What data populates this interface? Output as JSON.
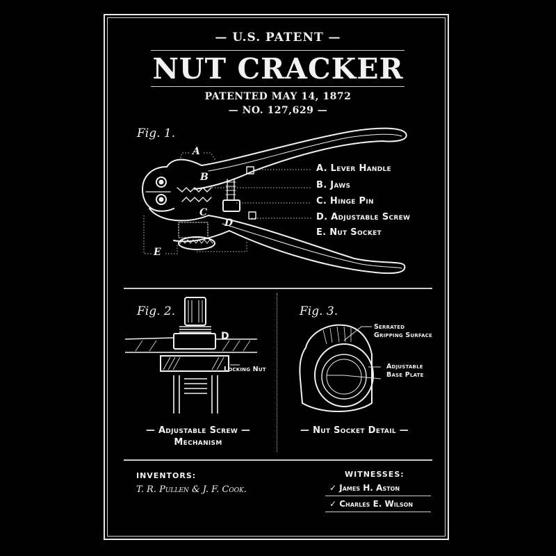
{
  "header": {
    "subtitle": "— U.S. PATENT —",
    "title": "NUT CRACKER",
    "patented": "PATENTED MAY 14, 1872",
    "number": "— NO. 127,629 —"
  },
  "fig1": {
    "label": "Fig. 1.",
    "part_markers": [
      "A",
      "B",
      "C",
      "D",
      "E"
    ],
    "legend": [
      {
        "key": "A.",
        "label": "Lever Handle"
      },
      {
        "key": "B.",
        "label": "Jaws"
      },
      {
        "key": "C.",
        "label": "Hinge Pin"
      },
      {
        "key": "D.",
        "label": "Adjustable Screw"
      },
      {
        "key": "E.",
        "label": "Nut Socket"
      }
    ]
  },
  "fig2": {
    "label": "Fig. 2.",
    "marker": "D",
    "callout": "Locking Nut",
    "caption_line1": "— Adjustable Screw —",
    "caption_line2": "Mechanism"
  },
  "fig3": {
    "label": "Fig. 3.",
    "callout1_line1": "Serrated",
    "callout1_line2": "Gripping Surface",
    "callout2_line1": "Adjustable",
    "callout2_line2": "Base Plate",
    "caption": "— Nut Socket Detail —"
  },
  "footer": {
    "inventors_heading": "INVENTORS:",
    "inventors": "T. R. Pullen & J. F. Cook.",
    "witnesses_heading": "WITNESSES:",
    "witnesses": [
      "James H. Aston",
      "Charles E. Wilson"
    ],
    "check_glyph": "✓"
  },
  "colors": {
    "background": "#000000",
    "ink": "#f2f2f2",
    "rule": "#d0d0d0"
  }
}
